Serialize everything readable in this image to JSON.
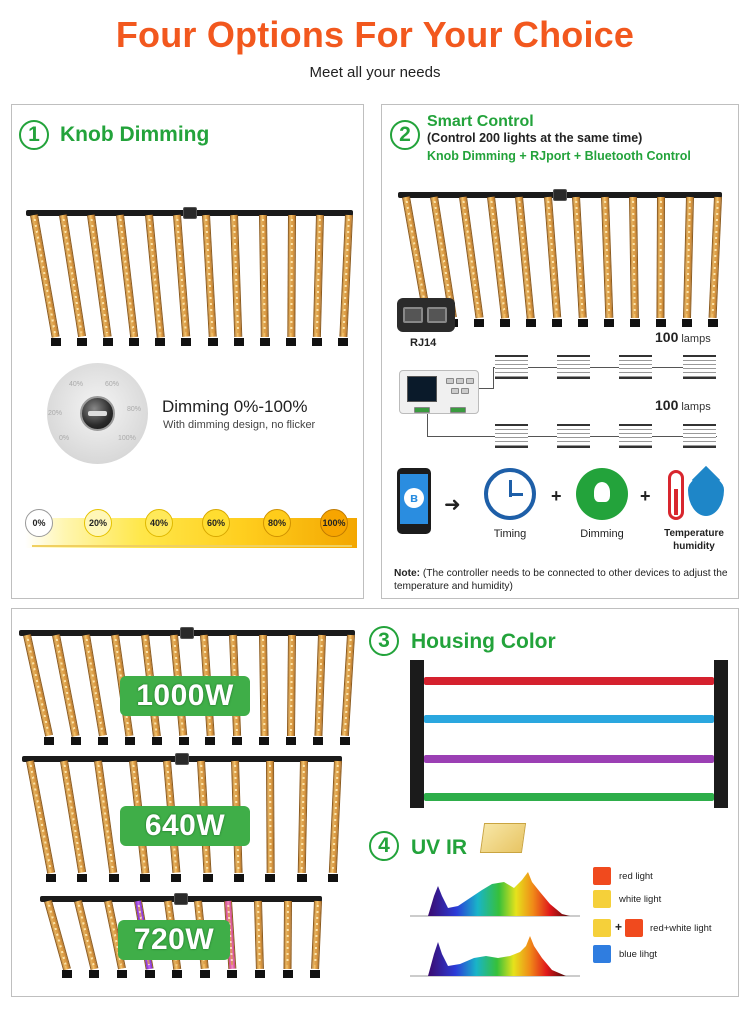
{
  "header": {
    "title": "Four Options For Your Choice",
    "subtitle": "Meet all your needs"
  },
  "section1": {
    "number": "1",
    "title": "Knob Dimming",
    "knob_ticks": [
      "40%",
      "60%",
      "20%",
      "80%",
      "0%",
      "100%"
    ],
    "dimming_title": "Dimming 0%-100%",
    "dimming_sub": "With dimming design, no flicker",
    "levels": [
      "0%",
      "20%",
      "40%",
      "60%",
      "80%",
      "100%"
    ]
  },
  "section2": {
    "number": "2",
    "title": "Smart Control",
    "subtitle": "(Control 200 lights at the same time)",
    "features": "Knob Dimming + RJport + Bluetooth Control",
    "rj_label": "RJ14",
    "group1_count": "100",
    "group1_unit": "lamps",
    "group2_count": "100",
    "group2_unit": "lamps",
    "icons": {
      "phone": "bluetooth-phone-icon",
      "timing_label": "Timing",
      "dimming_label": "Dimming",
      "temp_label_1": "Temperature",
      "temp_label_2": "humidity"
    },
    "plus": "+",
    "note_label": "Note:",
    "note_text": "(The controller needs to be connected to other devices to adjust the temperature and humidity)"
  },
  "section3": {
    "watt_1000": "1000W",
    "watt_640": "640W",
    "watt_720": "720W",
    "number": "3",
    "title": "Housing Color",
    "bar_colors": [
      "#d5212e",
      "#2aa7df",
      "#9b3fb4",
      "#2eae4a"
    ]
  },
  "section4": {
    "number": "4",
    "title": "UV IR",
    "legend": [
      {
        "label": "red light",
        "color": "#f04a1e"
      },
      {
        "label": "white light",
        "color": "#f5d03a"
      },
      {
        "label": "red+white light",
        "color": "#f04a1e"
      },
      {
        "label": "blue lihgt",
        "color": "#2f7de0"
      }
    ],
    "plus": "+"
  },
  "colors": {
    "title_orange": "#f2581e",
    "accent_green": "#23a33b"
  }
}
